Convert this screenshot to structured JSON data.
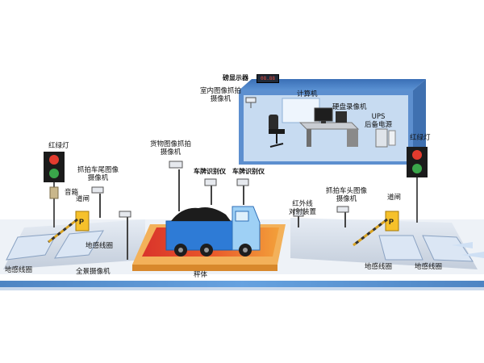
{
  "colors": {
    "room_wall": "#4f83c6",
    "room_inner": "#c9dcf1",
    "road": "#cfd7e4",
    "pit": "#e05a2a",
    "scale_frame": "#f4b35a",
    "truck_blue": "#2e7bd6",
    "barrier_yellow": "#f6c12b"
  },
  "labels": {
    "display_screen": "磅显示器",
    "display_value": "08.88",
    "indoor_camera": "室内图像抓拍\n摄像机",
    "computer": "计算机",
    "dvr": "硬盘录像机",
    "ups": "UPS\n后备电源",
    "traffic_light_left": "红绿灯",
    "traffic_light_right": "红绿灯",
    "rear_camera": "抓拍车尾图像\n摄像机",
    "cargo_camera": "货物图像抓拍\n摄像机",
    "plate_reader_left": "车牌识别仪",
    "plate_reader_right": "车牌识别仪",
    "speaker": "音箱",
    "barrier_left": "道闸",
    "barrier_right": "道闸",
    "ir_device": "红外线\n对射装置",
    "front_camera": "抓拍车头图像\n摄像机",
    "loop_left_outer": "地感线圈",
    "loop_left_inner": "地感线圈",
    "loop_right_inner": "地感线圈",
    "loop_right_outer": "地感线圈",
    "panorama_camera": "全景摄像机",
    "scale_body": "秤体"
  }
}
